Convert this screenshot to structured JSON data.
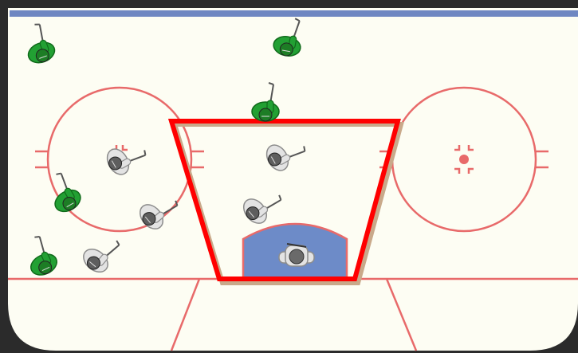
{
  "rink": {
    "board_color": "#2b2b2b",
    "ice_color": "#fdfdf3",
    "line_color": "#e86a6a",
    "top_band_color": "#6f87c2",
    "crease_color": "#6d8bc8"
  },
  "slot_zone": {
    "color": "#ff0000",
    "shadow_color": "#c9a98a",
    "highlighted": true
  },
  "teams": [
    {
      "name": "green",
      "jersey_color": "#22a033",
      "dark_color": "#106a1a"
    },
    {
      "name": "white",
      "jersey_color": "#e3e3e3",
      "dark_color": "#8c8c8c"
    }
  ],
  "players": [
    {
      "team": "green",
      "role": "skater"
    },
    {
      "team": "green",
      "role": "skater"
    },
    {
      "team": "green",
      "role": "skater"
    },
    {
      "team": "green",
      "role": "skater"
    },
    {
      "team": "green",
      "role": "skater"
    },
    {
      "team": "white",
      "role": "skater"
    },
    {
      "team": "white",
      "role": "skater"
    },
    {
      "team": "white",
      "role": "skater"
    },
    {
      "team": "white",
      "role": "skater"
    },
    {
      "team": "white",
      "role": "skater"
    },
    {
      "team": "white",
      "role": "goalie"
    }
  ],
  "icons": {
    "player": "hockey-player-icon",
    "goalie": "hockey-goalie-icon"
  }
}
